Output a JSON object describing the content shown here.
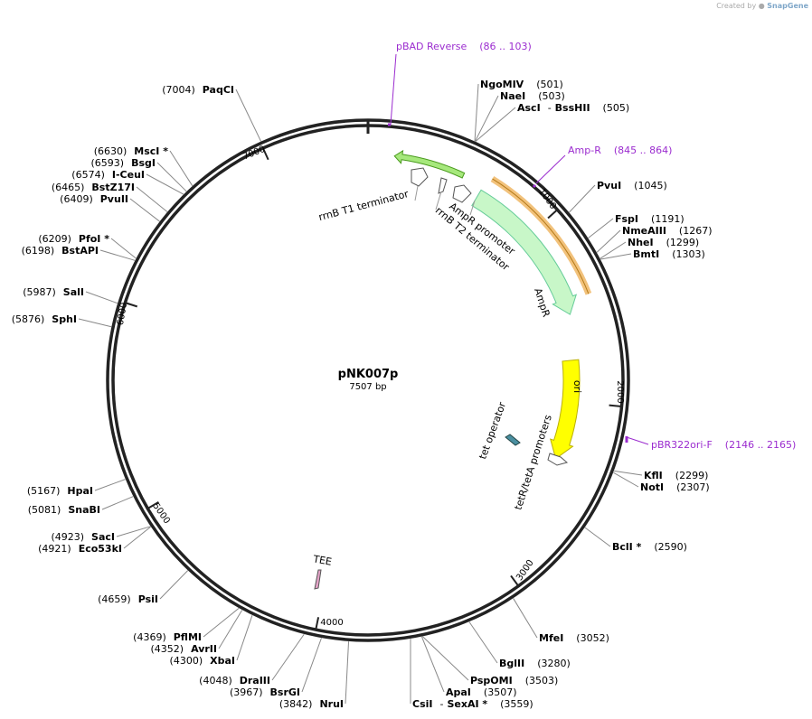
{
  "credit": {
    "prefix": "Created by",
    "brand": "SnapGene"
  },
  "plasmid": {
    "name": "pNK007p",
    "length_label": "7507 bp",
    "length": 7507
  },
  "ruler": [
    {
      "bp": 1000,
      "label": "1000"
    },
    {
      "bp": 2000,
      "label": "2000"
    },
    {
      "bp": 3000,
      "label": "3000"
    },
    {
      "bp": 4000,
      "label": "4000"
    },
    {
      "bp": 5000,
      "label": "5000"
    },
    {
      "bp": 6000,
      "label": "6000"
    },
    {
      "bp": 7000,
      "label": "7000"
    }
  ],
  "primers": [
    {
      "name": "pBAD Reverse",
      "range": "(86 .. 103)",
      "bp": 95
    },
    {
      "name": "Amp-R",
      "range": "(845 .. 864)",
      "bp": 855
    },
    {
      "name": "pBR322ori-F",
      "range": "(2146 .. 2165)",
      "bp": 2156
    }
  ],
  "features": [
    {
      "name": "rrnB T1 terminator",
      "type": "terminator"
    },
    {
      "name": "rrnB T2 terminator",
      "type": "terminator"
    },
    {
      "name": "AmpR promoter",
      "type": "promoter"
    },
    {
      "name": "AmpR",
      "type": "cds"
    },
    {
      "name": "ori",
      "type": "origin"
    },
    {
      "name": "tetR/tetA promoters",
      "type": "promoter"
    },
    {
      "name": "tet operator",
      "type": "protein_bind"
    },
    {
      "name": "TEE",
      "type": "misc"
    }
  ],
  "sites": [
    {
      "names": [
        "NgoMIV"
      ],
      "pos": "(501)"
    },
    {
      "names": [
        "NaeI"
      ],
      "pos": "(503)"
    },
    {
      "names": [
        "AscI",
        "BssHII"
      ],
      "pos": "(505)"
    },
    {
      "names": [
        "PvuI"
      ],
      "pos": "(1045)"
    },
    {
      "names": [
        "FspI"
      ],
      "pos": "(1191)"
    },
    {
      "names": [
        "NmeAIII"
      ],
      "pos": "(1267)"
    },
    {
      "names": [
        "NheI"
      ],
      "pos": "(1299)"
    },
    {
      "names": [
        "BmtI"
      ],
      "pos": "(1303)"
    },
    {
      "names": [
        "KflI"
      ],
      "pos": "(2299)"
    },
    {
      "names": [
        "NotI"
      ],
      "pos": "(2307)"
    },
    {
      "names": [
        "BclI *"
      ],
      "pos": "(2590)"
    },
    {
      "names": [
        "MfeI"
      ],
      "pos": "(3052)"
    },
    {
      "names": [
        "BglII"
      ],
      "pos": "(3280)"
    },
    {
      "names": [
        "PspOMI"
      ],
      "pos": "(3503)"
    },
    {
      "names": [
        "ApaI"
      ],
      "pos": "(3507)"
    },
    {
      "names": [
        "CsiI",
        "SexAI *"
      ],
      "pos": "(3559)"
    },
    {
      "names": [
        "NruI"
      ],
      "pos": "(3842)"
    },
    {
      "names": [
        "BsrGI"
      ],
      "pos": "(3967)"
    },
    {
      "names": [
        "DraIII"
      ],
      "pos": "(4048)"
    },
    {
      "names": [
        "XbaI"
      ],
      "pos": "(4300)"
    },
    {
      "names": [
        "AvrII"
      ],
      "pos": "(4352)"
    },
    {
      "names": [
        "PflMI"
      ],
      "pos": "(4369)"
    },
    {
      "names": [
        "PsiI"
      ],
      "pos": "(4659)"
    },
    {
      "names": [
        "Eco53kI"
      ],
      "pos": "(4921)"
    },
    {
      "names": [
        "SacI"
      ],
      "pos": "(4923)"
    },
    {
      "names": [
        "SnaBI"
      ],
      "pos": "(5081)"
    },
    {
      "names": [
        "HpaI"
      ],
      "pos": "(5167)"
    },
    {
      "names": [
        "SphI"
      ],
      "pos": "(5876)"
    },
    {
      "names": [
        "SalI"
      ],
      "pos": "(5987)"
    },
    {
      "names": [
        "BstAPI"
      ],
      "pos": "(6198)"
    },
    {
      "names": [
        "PfoI *"
      ],
      "pos": "(6209)"
    },
    {
      "names": [
        "PvuII"
      ],
      "pos": "(6409)"
    },
    {
      "names": [
        "BstZ17I"
      ],
      "pos": "(6465)"
    },
    {
      "names": [
        "I-CeuI"
      ],
      "pos": "(6574)"
    },
    {
      "names": [
        "BsgI"
      ],
      "pos": "(6593)"
    },
    {
      "names": [
        "MscI *"
      ],
      "pos": "(6630)"
    },
    {
      "names": [
        "PaqCI"
      ],
      "pos": "(7004)"
    }
  ],
  "colors": {
    "backbone": "#222222",
    "primer": "#9b2ccf",
    "ampr": "#c8f7c8",
    "ampr_primer_band": "#f2c27c",
    "ori": "#ffff00",
    "terminator_fill": "#ffffff",
    "rrnb_t1": "#a6e87c",
    "tet_operator": "#4a8fa0",
    "tee": "#e3a3c7",
    "leader": "#888888",
    "site_text": "#000000"
  }
}
